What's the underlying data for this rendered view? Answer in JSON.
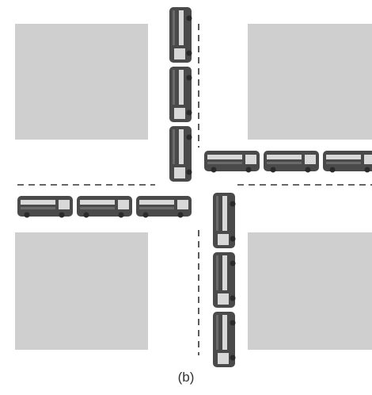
{
  "diagram": {
    "caption": "(b)",
    "colors": {
      "block": "#cfcfcf",
      "bus_body": "#4a4a4a",
      "bus_window": "#d8d8d8",
      "bus_wheel": "#2a2a2a",
      "lane_divider": "#333333"
    },
    "blocks": [
      "top-left-block",
      "top-right-block",
      "bottom-left-block",
      "bottom-right-block"
    ],
    "bus_groups": [
      {
        "name": "northbound-queue",
        "count": 3,
        "orientation": "vertical"
      },
      {
        "name": "eastbound-queue",
        "count": 3,
        "orientation": "horizontal"
      },
      {
        "name": "westbound-queue",
        "count": 3,
        "orientation": "horizontal"
      },
      {
        "name": "southbound-queue",
        "count": 3,
        "orientation": "vertical"
      }
    ]
  }
}
